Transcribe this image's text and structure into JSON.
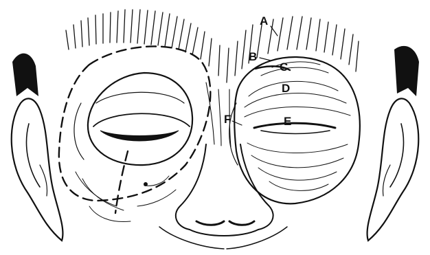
{
  "figure": {
    "labels": {
      "a": "A",
      "b": "B",
      "c": "C",
      "d": "D",
      "e": "E",
      "f": "F"
    }
  },
  "colors": {
    "ink": "#111111",
    "background": "#ffffff"
  }
}
